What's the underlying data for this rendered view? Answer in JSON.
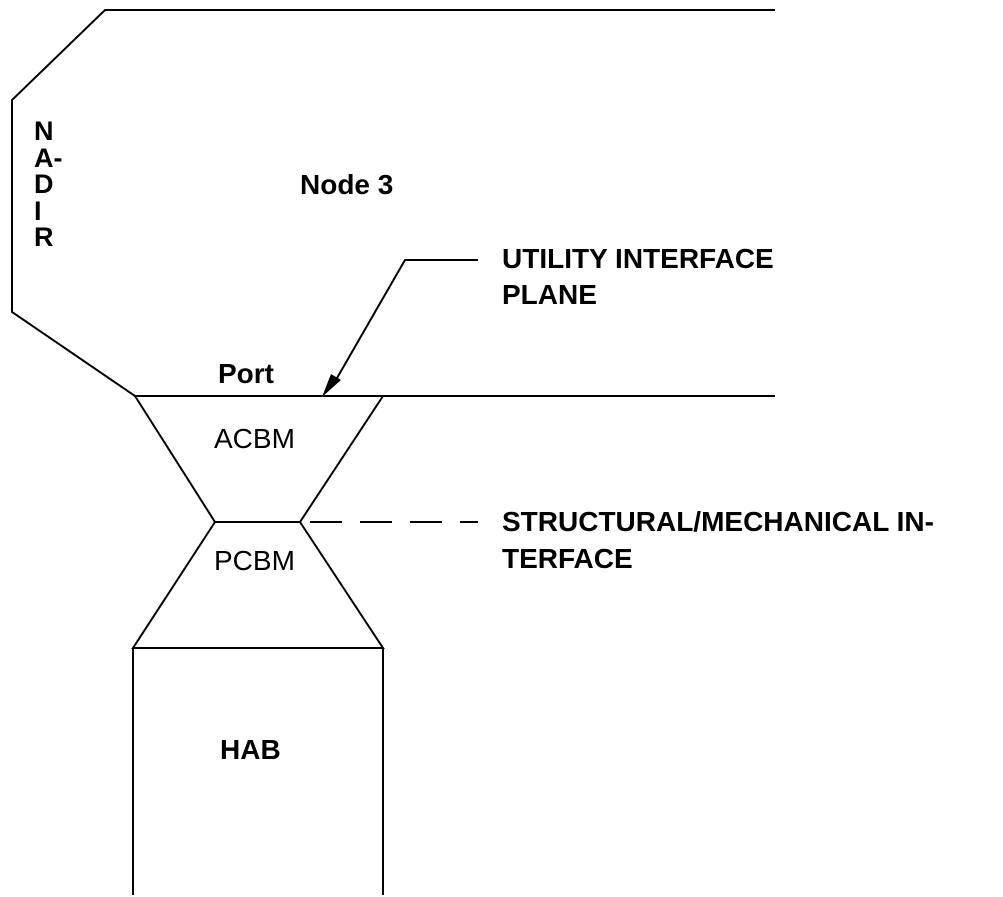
{
  "labels": {
    "nadir_lines": [
      "N",
      "A-",
      "D",
      "I",
      "R"
    ],
    "node": "Node 3",
    "port": "Port",
    "acbm": "ACBM",
    "pcbm": "PCBM",
    "hab": "HAB",
    "utility_interface": [
      "UTILITY INTERFACE",
      "PLANE"
    ],
    "structural_interface": [
      "STRUCTURAL/MECHANICAL IN-",
      "TERFACE"
    ]
  },
  "colors": {
    "line": "#000000",
    "background": "#ffffff"
  }
}
